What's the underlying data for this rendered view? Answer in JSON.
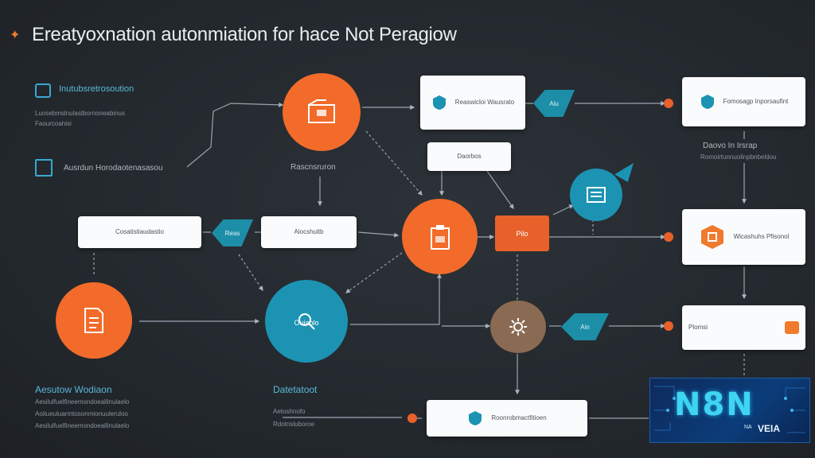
{
  "title": "Ereatyoxnation autonmiation for hace Not Peragiow",
  "badge": {
    "brand": "N8N",
    "na": "NA",
    "veia": "VEIA"
  },
  "colors": {
    "orange": "#f26b2a",
    "teal": "#1c93b3",
    "brown": "#8b6a53",
    "link": "#4fb6d6"
  },
  "top_left": {
    "heading": "Inutubsretrosoution"
  },
  "boxes": {
    "box1": "Cosatistiaudastio",
    "box2": "Alocshuitb",
    "box3": "Reaswicloi Wausrato",
    "box4": "Fomosagp Inporsaufint",
    "box5": "Wicashuhs Pfisonol",
    "box6": "Daorbos",
    "box7": "Plomsi",
    "box8": "Roonrobmactfitioen"
  },
  "diamonds": {
    "d1": "Reas",
    "d2": "Aiu",
    "d3": "Ain"
  },
  "nodes": {
    "center_orange": "",
    "teal_center": "Ouiablo",
    "orange_rect": "Pilo"
  },
  "labels": {
    "l1": "Rdotnsluboroe",
    "l2": "Ausrdun Horodaotenasasou",
    "l3": "Rascnsruron",
    "l4": "Daovo In Irsrap",
    "l5": "Aetoshnofo"
  },
  "captions": {
    "bottom_left": "Aesutow Wodiaon",
    "bottom_mid": "Datetatoot"
  },
  "notes": {
    "n1": "Faourcoahisi",
    "n2": "Luosebmslnulastbornoneabinus",
    "n3": "Aesilulfuelfineemondoeallinulaelo",
    "n4": "Aoitueuluarmtosonmionuuleruloo",
    "n5": "Romoirtunnuolinpbnbeldou"
  }
}
